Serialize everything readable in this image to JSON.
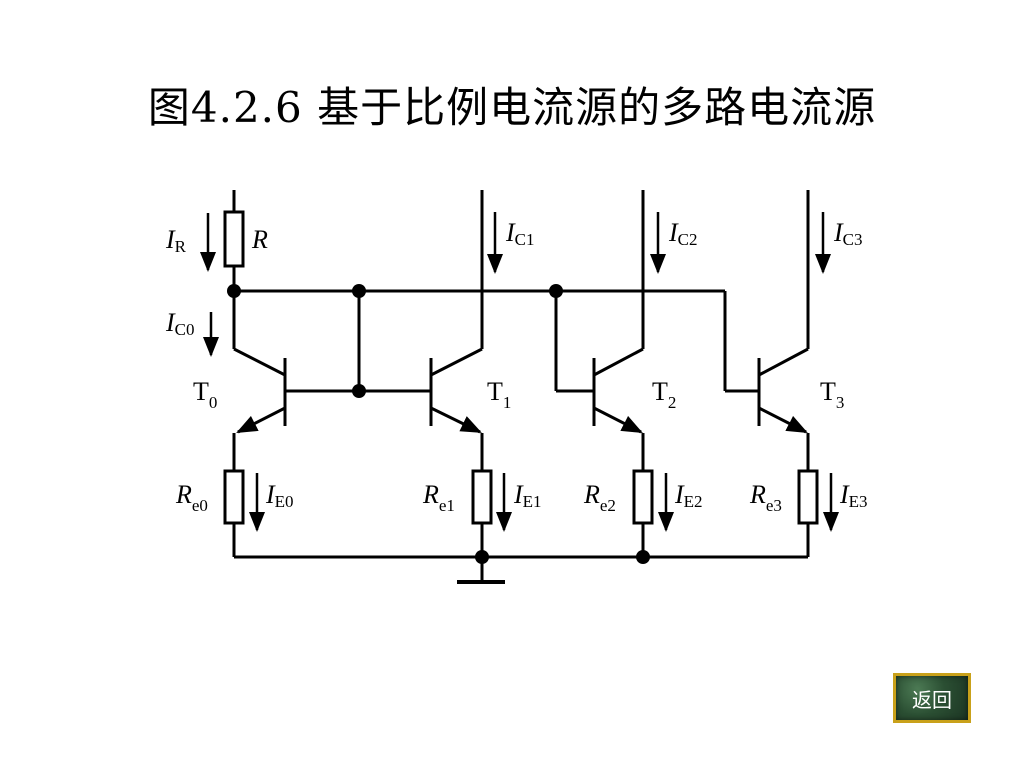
{
  "title": "图4.2.6  基于比例电流源的多路电流源",
  "back_button": "返回",
  "labels": {
    "IR": {
      "main": "I",
      "sub": "R"
    },
    "R": {
      "main": "R"
    },
    "IC0": {
      "main": "I",
      "sub": "C0"
    },
    "IC1": {
      "main": "I",
      "sub": "C1"
    },
    "IC2": {
      "main": "I",
      "sub": "C2"
    },
    "IC3": {
      "main": "I",
      "sub": "C3"
    },
    "T0": {
      "main": "T",
      "sub": "0"
    },
    "T1": {
      "main": "T",
      "sub": "1"
    },
    "T2": {
      "main": "T",
      "sub": "2"
    },
    "T3": {
      "main": "T",
      "sub": "3"
    },
    "Re0": {
      "main": "R",
      "sub": "e0"
    },
    "Re1": {
      "main": "R",
      "sub": "e1"
    },
    "Re2": {
      "main": "R",
      "sub": "e2"
    },
    "Re3": {
      "main": "R",
      "sub": "e3"
    },
    "IE0": {
      "main": "I",
      "sub": "E0"
    },
    "IE1": {
      "main": "I",
      "sub": "E1"
    },
    "IE2": {
      "main": "I",
      "sub": "E2"
    },
    "IE3": {
      "main": "I",
      "sub": "E3"
    }
  }
}
